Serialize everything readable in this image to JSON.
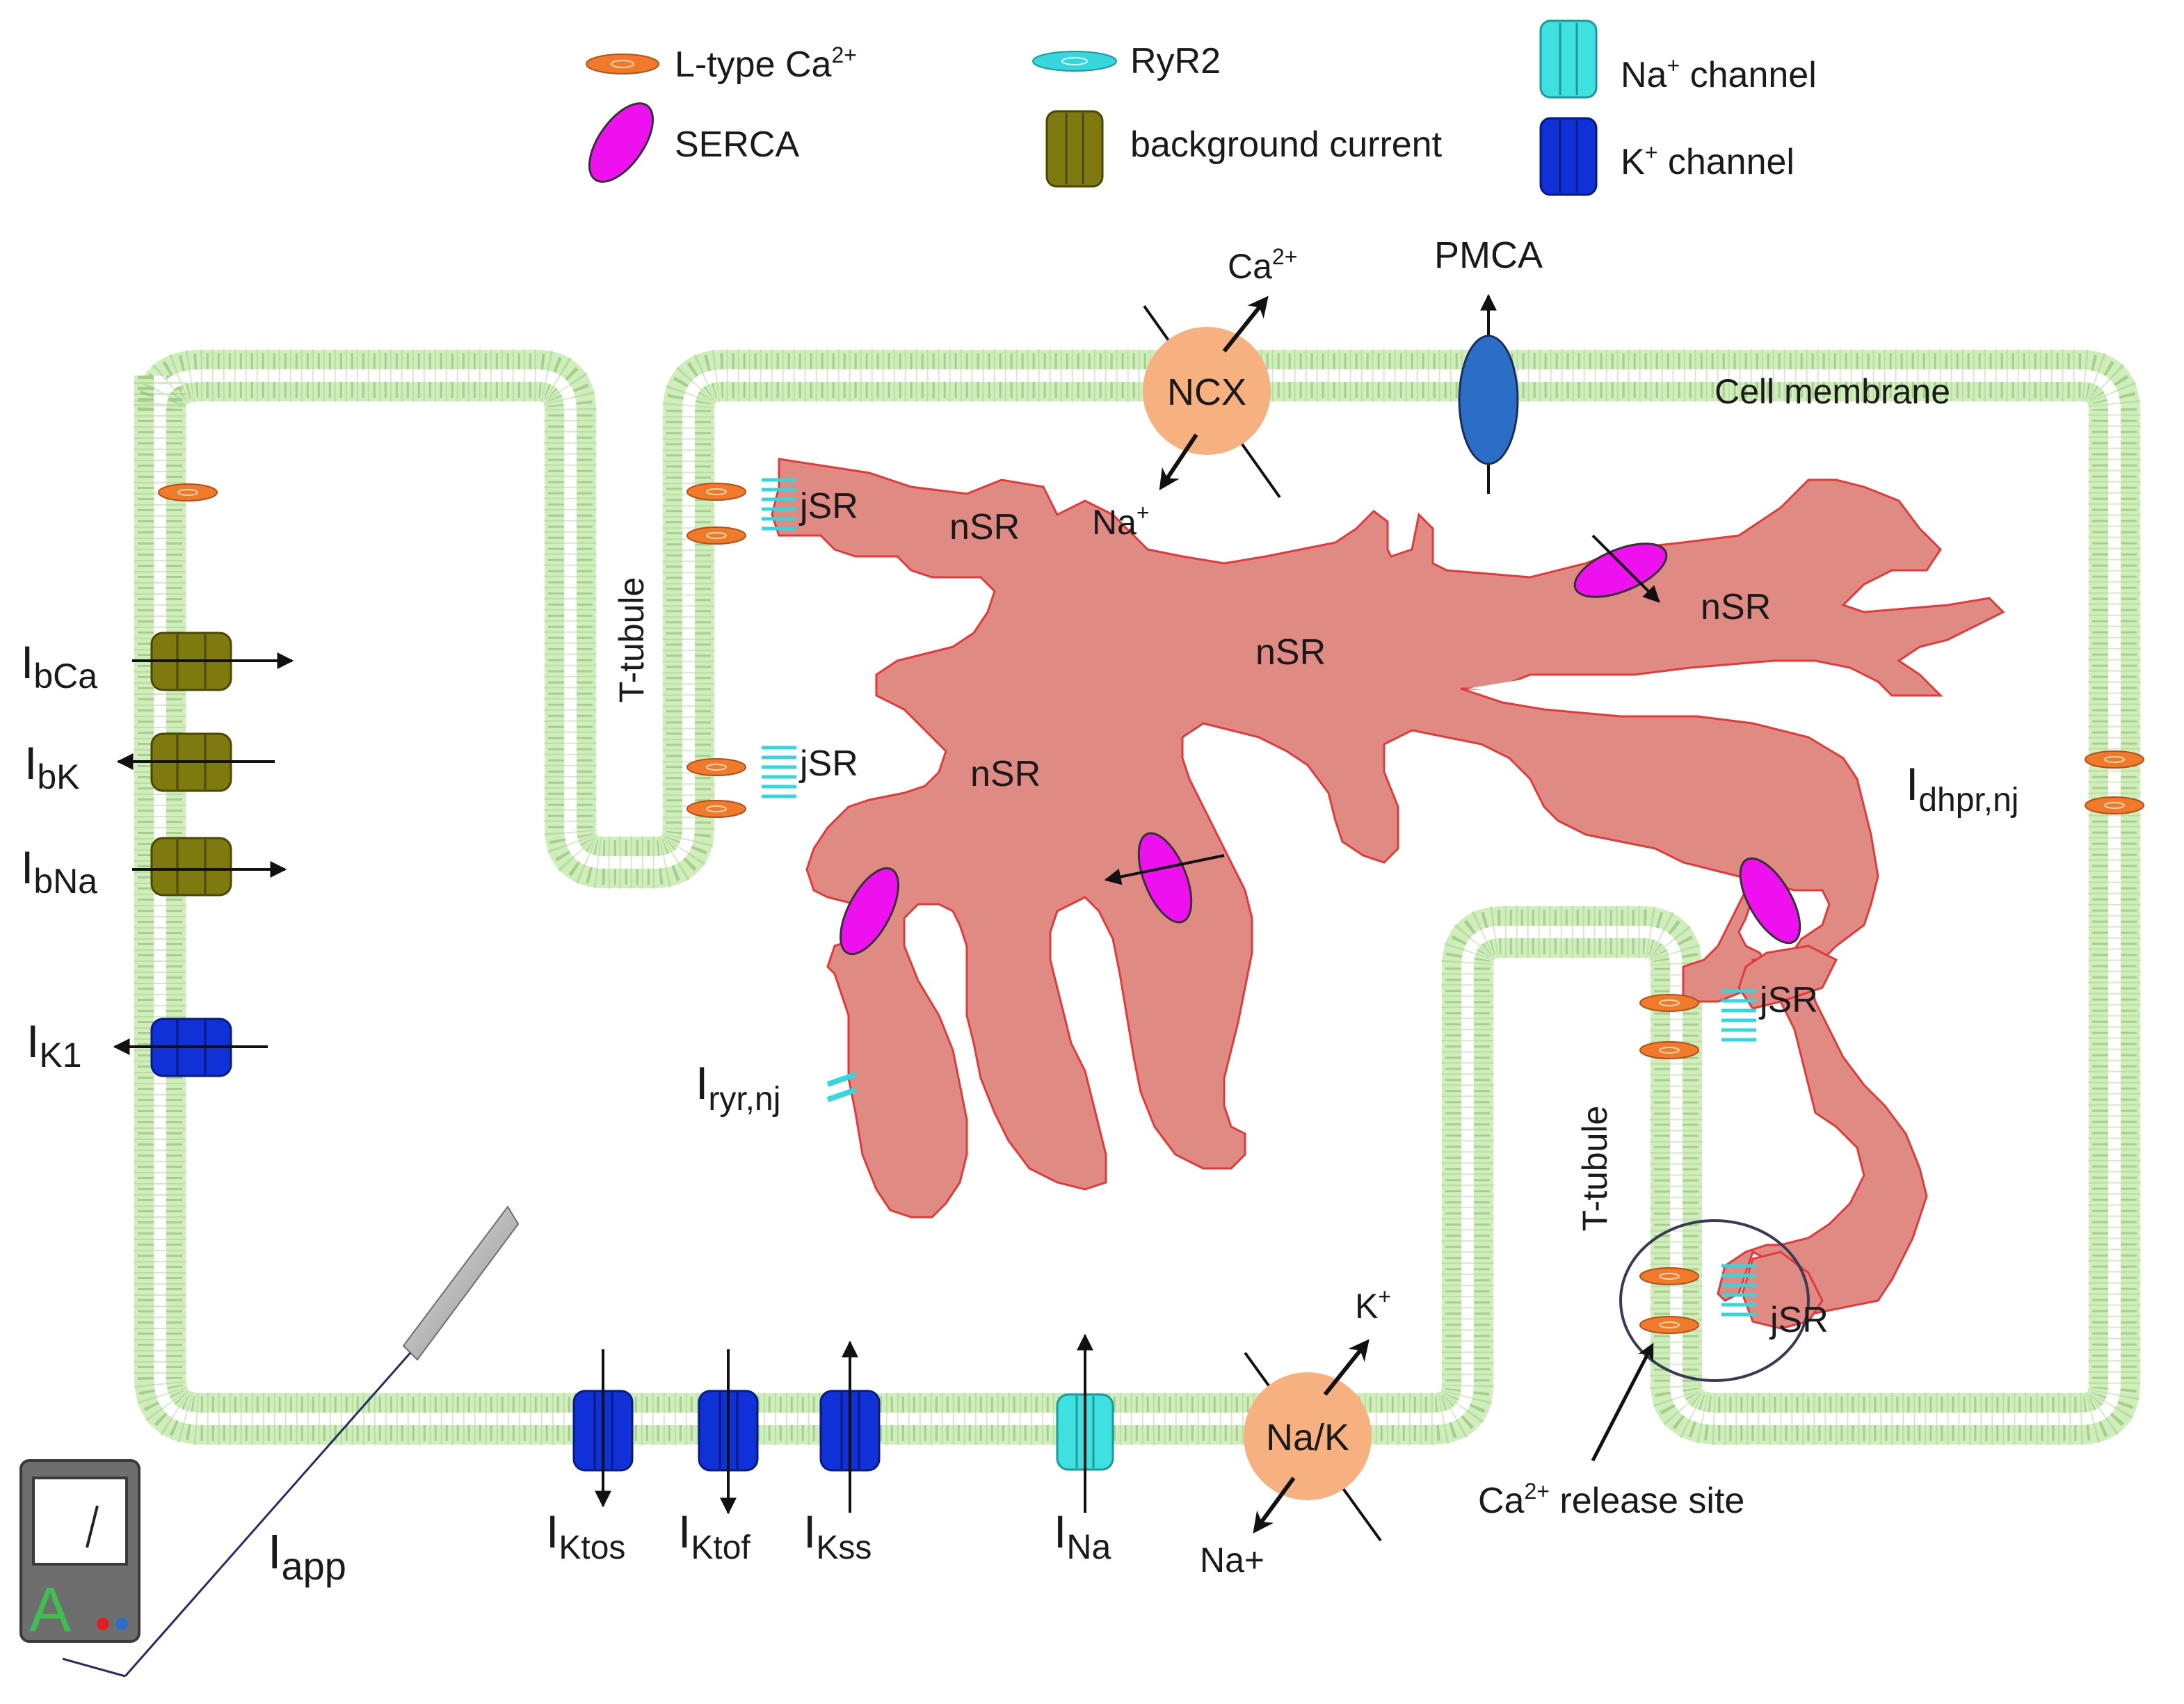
{
  "colors": {
    "membrane": "#cfeebc",
    "membrane_edge": "#7fb069",
    "sr": "#e08a84",
    "sr_edge": "#e23a3a",
    "ltype": "#f07a2a",
    "ryr2": "#35d7dc",
    "na_channel": "#3fe0e0",
    "k_channel": "#1030d8",
    "background": "#7f7a10",
    "serca": "#ee10ee",
    "pmca": "#2a6ec8",
    "ncx": "#f7b080",
    "meter": "#6e6e6e"
  },
  "legend": [
    {
      "icon": "l-type-ca-icon",
      "text": "L-type Ca",
      "sup": "2+"
    },
    {
      "icon": "ryr2-icon",
      "text": "RyR2",
      "sup": ""
    },
    {
      "icon": "na-channel-icon",
      "text": "Na",
      "sup": "+",
      "text2": " channel"
    },
    {
      "icon": "serca-icon",
      "text": "SERCA",
      "sup": ""
    },
    {
      "icon": "background-current-icon",
      "text": "background current",
      "sup": ""
    },
    {
      "icon": "k-channel-icon",
      "text": "K",
      "sup": "+",
      "text2": " channel"
    }
  ],
  "labels": {
    "cell_membrane": "Cell membrane",
    "t_tubule": "T-tubule",
    "jsr": "jSR",
    "nsr": "nSR",
    "ncx": "NCX",
    "ncx_ca": "Ca",
    "ncx_ca_sup": "2+",
    "ncx_na": "Na",
    "ncx_na_sup": "+",
    "pmca": "PMCA",
    "nak": "Na/K",
    "nak_k": "K",
    "nak_k_sup": "+",
    "nak_na": "Na+",
    "release_site": "Ca",
    "release_site_sup": "2+",
    "release_site_rest": " release site"
  },
  "currents": {
    "i": "I",
    "bca": "bCa",
    "bk": "bK",
    "bna": "bNa",
    "k1": "K1",
    "ryr_nj": "ryr,nj",
    "dhpr_nj": "dhpr,nj",
    "app": "app",
    "ktos": "Ktos",
    "ktof": "Ktof",
    "kss": "Kss",
    "na": "Na"
  },
  "meter": {
    "letter": "A"
  }
}
